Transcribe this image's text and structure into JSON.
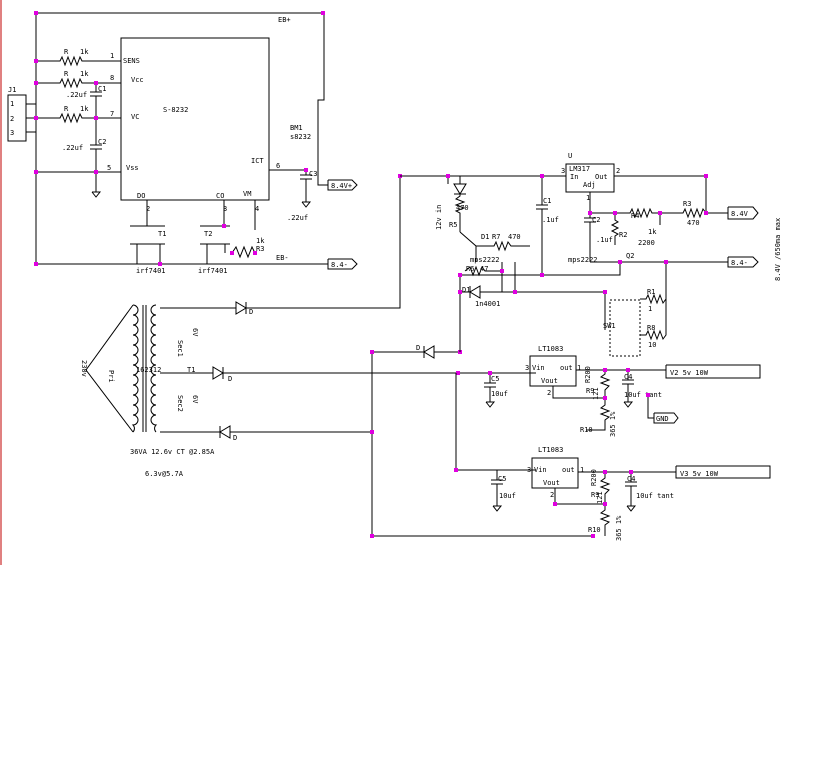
{
  "schematic": {
    "bms": {
      "connector": "J1",
      "pins": [
        "1",
        "2",
        "3"
      ],
      "ic_name": "S-8232",
      "ic_pins": {
        "sens": "SENS",
        "vcc": "Vcc",
        "vc": "VC",
        "vss": "Vss",
        "ict": "ICT",
        "do": "DO",
        "co": "CO",
        "vm": "VM"
      },
      "pin_numbers": [
        "1",
        "8",
        "7",
        "5",
        "6",
        "2",
        "3",
        "4"
      ],
      "resistor_label": "R",
      "resistor_value": "1k",
      "r3_value": "1k",
      "r3_label": "R3",
      "c1_label": "C1",
      "c1_value": ".22uf",
      "c2_label": "C2",
      "c2_value": ".22uf",
      "c3_label": "C3",
      "c3_value": ".22uf",
      "bm_label": "BM1",
      "bm_value": "s8232",
      "t1": "T1",
      "t2": "T2",
      "fet": "irf7401",
      "eb_plus": "EB+",
      "eb_minus": "EB-",
      "out_plus": "8.4V+",
      "out_minus": "8.4-"
    },
    "charger": {
      "reg_label": "U",
      "reg_name": "LM317",
      "reg_in": "In",
      "reg_out": "Out",
      "reg_adj": "Adj",
      "pin1": "1",
      "pin2": "2",
      "pin3": "3",
      "r_top": "470",
      "r_top_label": "R5",
      "input_note": "12v in",
      "c1_label": "C1",
      "c1_value": ".1uf",
      "c2_label": "C2",
      "c2_value": ".1uf",
      "r4_label": "R4",
      "r4_value": "1k",
      "r2_label": "R2",
      "r2_value": "2200",
      "r3_label": "R3",
      "r3_value": "470",
      "out_label": "8.4V",
      "side_note": "8.4V /650ma max",
      "d1_label": "D1",
      "r7_label": "R7",
      "r7_value": "470",
      "q_label": "mps2222",
      "r6_label": "R6",
      "r6_value": "47",
      "q2_label": "mps2222",
      "q2_name": "Q2",
      "d1b_label": "D1",
      "d1b_value": "1n4001",
      "sw_label": "SW1",
      "r1_label": "R1",
      "r1_value": "1",
      "r8_label": "R8",
      "r8_value": "10",
      "minus_label": "8.4-"
    },
    "transformer": {
      "primary": "Pri",
      "primary_voltage": "230v",
      "sec1": "Sec1",
      "sec1_v": "6V",
      "sec2": "Sec2",
      "sec2_v": "6V",
      "id": "T1",
      "coil_id": "162312",
      "rating": "36VA 12.6v CT @2.85A",
      "rating2": "6.3v@5.7A",
      "diode": "D"
    },
    "supply_v2": {
      "reg": "LT1083",
      "vin": "Vin",
      "vout": "Vout",
      "out": "out",
      "pin3": "3",
      "pin2": "2",
      "pin1": "1",
      "c5_label": "C5",
      "c5_value": "10uf",
      "c4_label": "C4",
      "c4_value": "10uf tant",
      "r9_label": "R9",
      "r9_value": "121",
      "r10_label": "R10",
      "r10_value": "365 1%",
      "pot_label": "R200",
      "output": "V2 5v 10W",
      "gnd": "GND"
    },
    "supply_v3": {
      "reg": "LT1083",
      "vin": "Vin",
      "vout": "Vout",
      "out": "out",
      "pin3": "3",
      "pin2": "2",
      "pin1": "1",
      "c5_label": "C5",
      "c5_value": "10uf",
      "c4_label": "C4",
      "c4_value": "10uf tant",
      "r9_label": "R9",
      "r9_value": "121",
      "r10_label": "R10",
      "r10_value": "365 1%",
      "pot_label": "R200",
      "output": "V3 5v 10W"
    }
  },
  "colors": {
    "wire": "#000000",
    "junction": "#e000e0",
    "edge": "#c00000"
  }
}
